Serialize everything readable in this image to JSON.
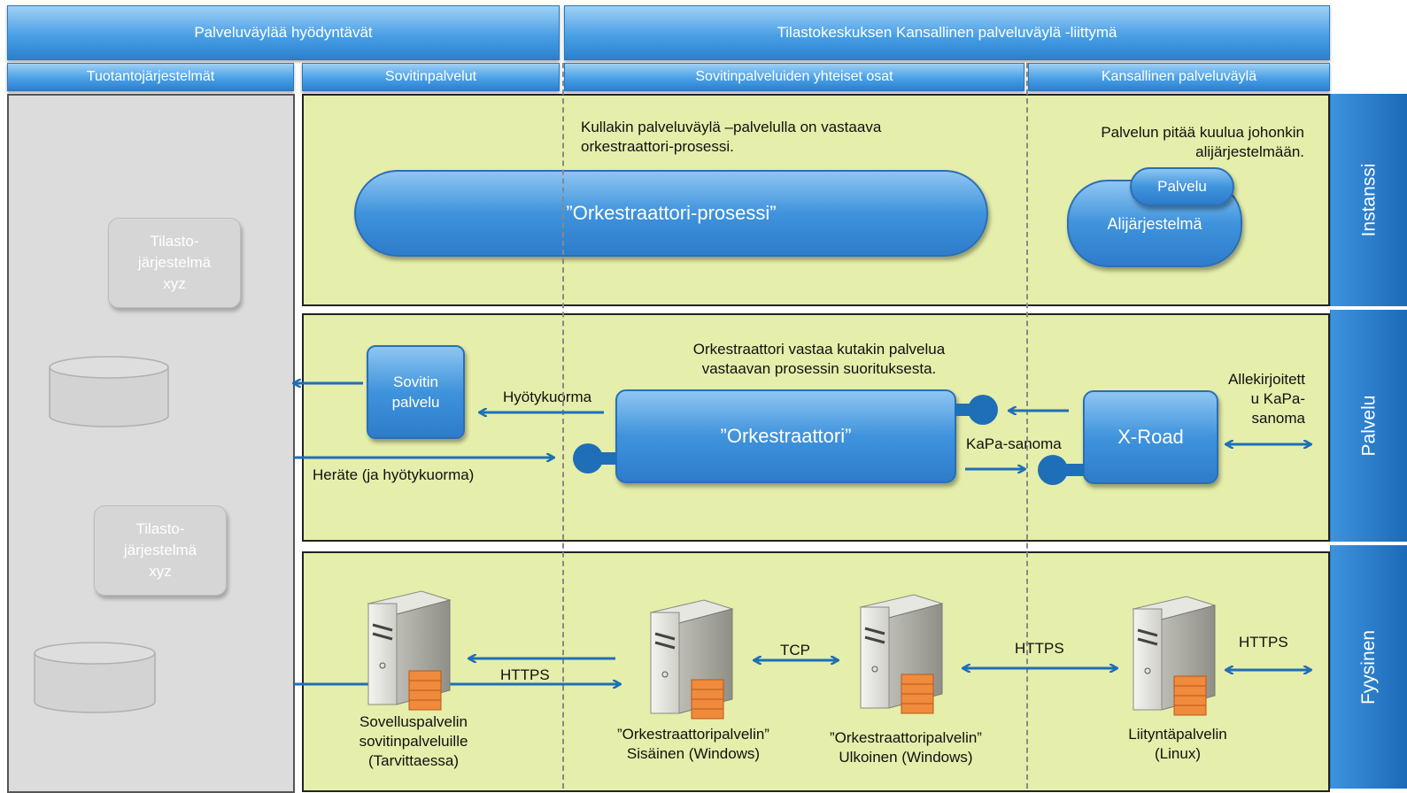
{
  "headers": {
    "left_top": "Palveluväylää hyödyntävät",
    "right_top": "Tilastokeskuksen Kansallinen palveluväylä -liittymä"
  },
  "columns": [
    "Tuotantojärjestelmät",
    "Sovitinpalvelut",
    "Sovitinpalveluiden yhteiset osat",
    "Kansallinen palveluväylä"
  ],
  "rows": [
    "Instanssi",
    "Palvelu",
    "Fyysinen"
  ],
  "production": {
    "system1": "Tilasto-\njärjestelmä\nxyz",
    "system2": "Tilasto-\njärjestelmä\nxyz"
  },
  "instance": {
    "note_left": "Kullakin palveluväylä –palvelulla on vastaava\norkestraattori-prosessi.",
    "note_right": "Palvelun pitää kuulua johonkin\nalijärjestelmään.",
    "process": "”Orkestraattori-prosessi”",
    "subsystem": "Alijärjestelmä",
    "service": "Palvelu"
  },
  "service": {
    "note": "Orkestraattori vastaa kutakin palvelua\nvastaavan prosessin suorituksesta.",
    "adapter": "Sovitin\npalvelu",
    "orchestrator": "”Orkestraattori”",
    "xroad": "X-Road",
    "payload": "Hyötykuorma",
    "trigger": "Heräte (ja hyötykuorma)",
    "kapa_message": "KaPa-sanoma",
    "signed": "Allekirjoitett\nu KaPa-\nsanoma"
  },
  "physical": {
    "server1": "Sovelluspalvelin\nsovitinpalveluille\n(Tarvittaessa)",
    "server2": "”Orkestraattoripalvelin”\nSisäinen (Windows)",
    "server3": "”Orkestraattoripalvelin”\nUlkoinen (Windows)",
    "server4": "Liityntäpalvelin\n(Linux)",
    "https1": "HTTPS",
    "tcp": "TCP",
    "https2": "HTTPS",
    "https3": "HTTPS"
  },
  "colors": {
    "accent": "#1f6fb8",
    "band": "#e5eeaa",
    "header": "#4aa0e6"
  }
}
